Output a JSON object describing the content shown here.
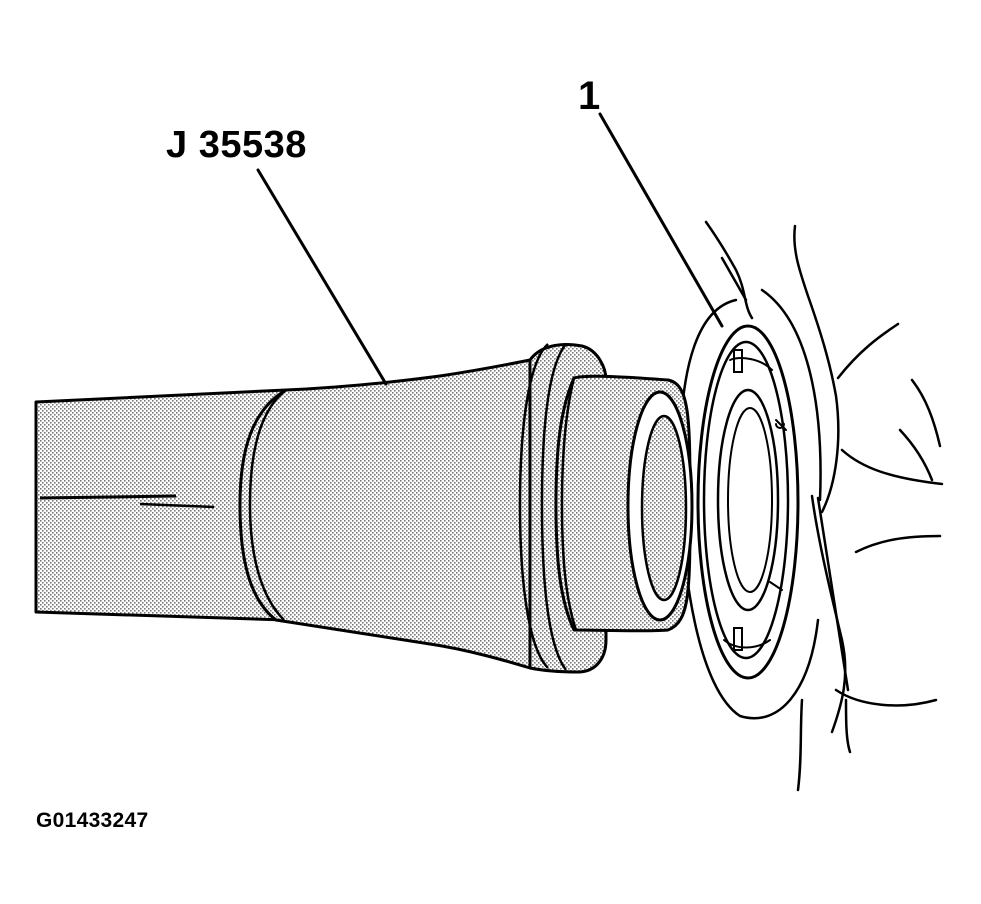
{
  "labels": {
    "tool": "J 35538",
    "part_callout": "1",
    "figure_id": "G01433247"
  },
  "colors": {
    "ink": "#000000",
    "paper": "#ffffff",
    "stipple": "#9a9a9a"
  }
}
